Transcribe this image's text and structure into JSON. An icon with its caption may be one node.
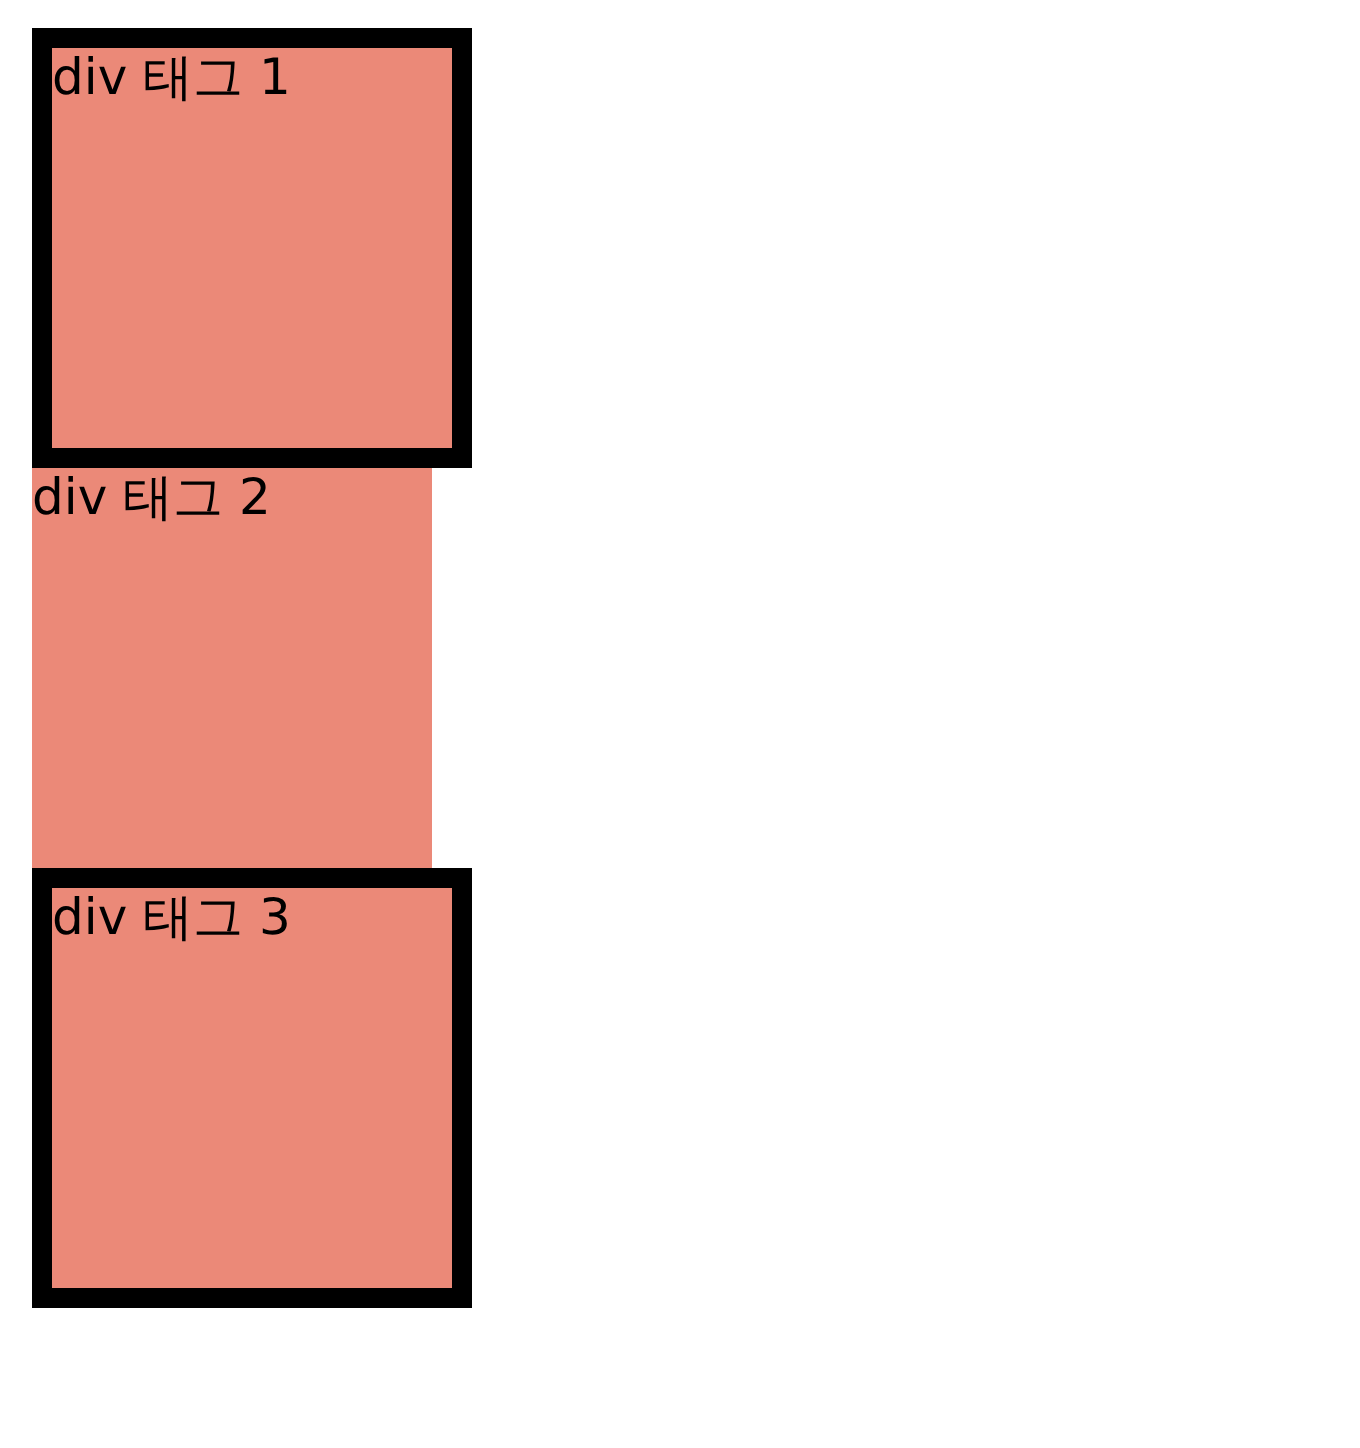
{
  "diagram": {
    "nodes": [
      {
        "text": [
          "div 태그 1"
        ]
      },
      {
        "text": [
          "div 태그 2"
        ]
      },
      {
        "text": [
          "div 태그 3"
        ]
      }
    ]
  }
}
